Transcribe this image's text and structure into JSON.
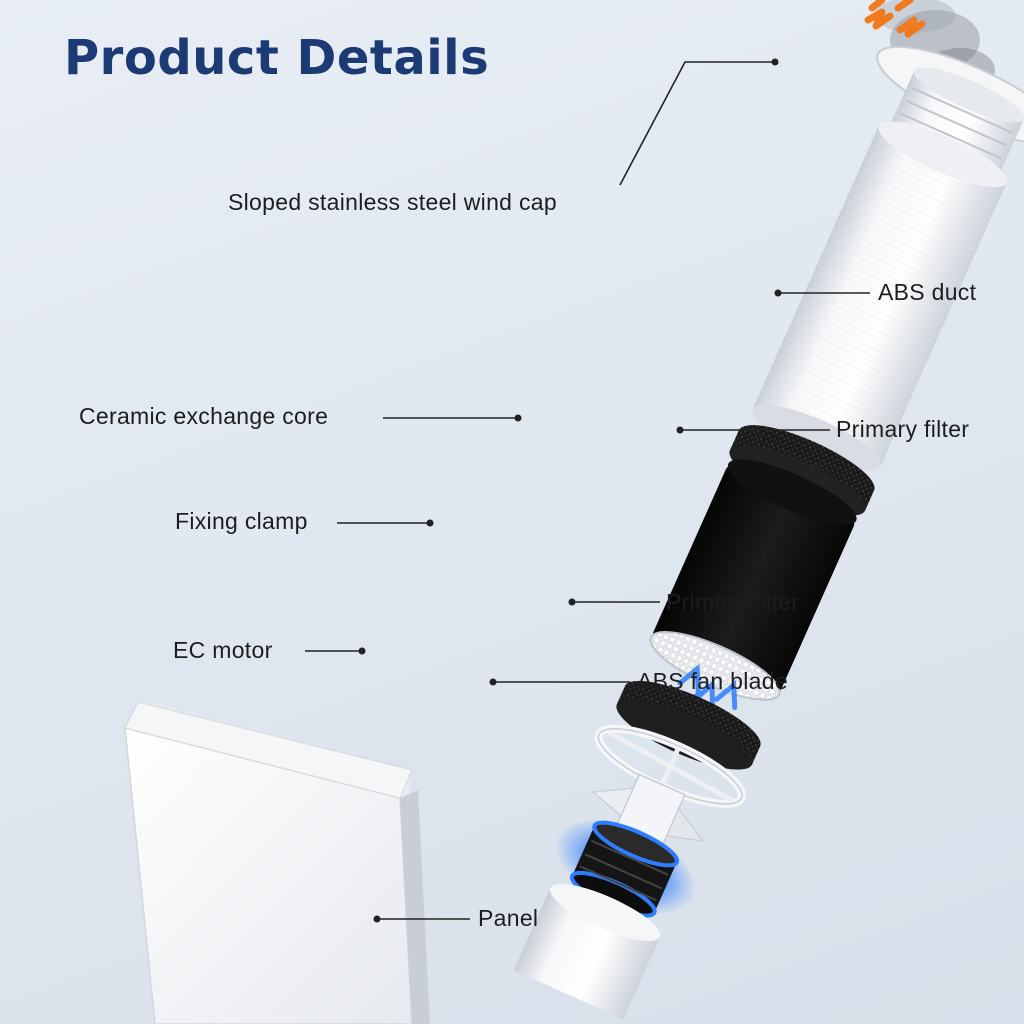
{
  "page": {
    "title": "Product Details",
    "colors": {
      "title": "#1c3a73",
      "background": "#e3e9f1",
      "label_text": "#1d1d1f",
      "leader_line": "#222222",
      "motor_glow": "#2f7dff",
      "exhaust_arrows": "#f07a1e"
    }
  },
  "components": {
    "wind_cap": "Sloped stainless steel wind cap",
    "duct": "ABS duct",
    "core": "Ceramic exchange core",
    "filter_upper": "Primary filter",
    "clamp": "Fixing clamp",
    "filter_lower": "Primary filter",
    "motor": "EC motor",
    "fan_blade": "ABS fan blade",
    "panel": "Panel"
  }
}
